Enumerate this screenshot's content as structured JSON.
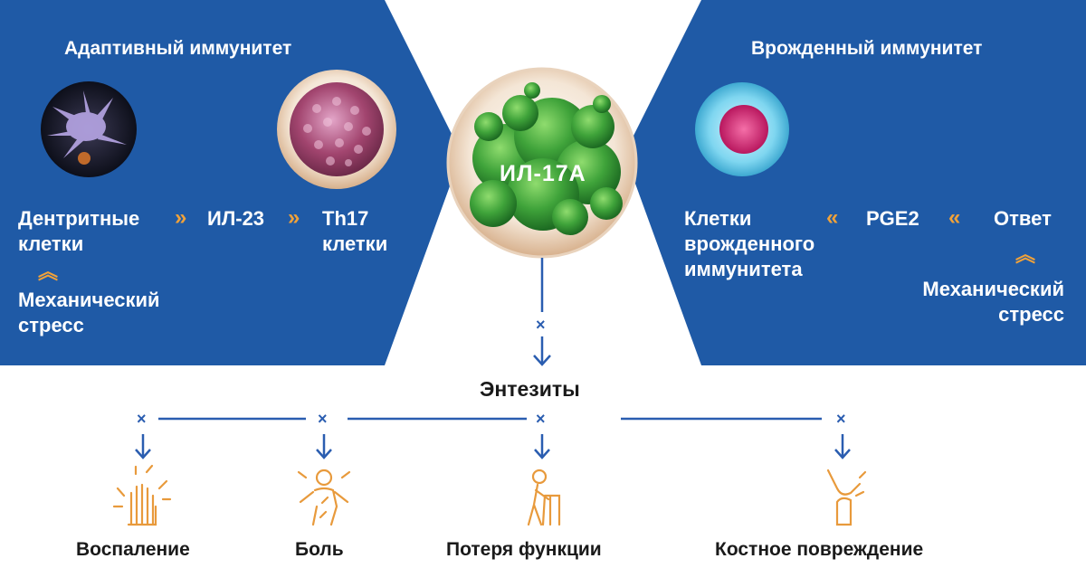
{
  "left_panel": {
    "title": "Адаптивный иммунитет",
    "cell1_line1": "Дентритные",
    "cell1_line2": "клетки",
    "cytokine": "ИЛ-23",
    "cell2_line1": "Th17",
    "cell2_line2": "клетки",
    "trigger_line1": "Механический",
    "trigger_line2": "стресс"
  },
  "center": {
    "molecule_label": "ИЛ-17А",
    "target": "Энтезиты"
  },
  "right_panel": {
    "title": "Врожденный иммунитет",
    "cell_line1": "Клетки",
    "cell_line2": "врожденного",
    "cell_line3": "иммунитета",
    "mediator": "PGE2",
    "response": "Ответ",
    "trigger_line1": "Механический",
    "trigger_line2": "стресс"
  },
  "outcomes": [
    {
      "label": "Воспаление",
      "icon": "inflamed-hand-icon"
    },
    {
      "label": "Боль",
      "icon": "pain-body-icon"
    },
    {
      "label": "Потеря функции",
      "icon": "walker-elderly-icon"
    },
    {
      "label": "Костное повреждение",
      "icon": "knee-joint-icon"
    }
  ],
  "symbols": {
    "chevron_right": "»",
    "chevron_left": "«",
    "chevron_up": "︽",
    "cross": "×"
  },
  "colors": {
    "panel_blue": "#1f5aa6",
    "accent_orange": "#f0a23a",
    "arrow_blue": "#2a5db0",
    "molecule_green": "#3fa33a"
  }
}
